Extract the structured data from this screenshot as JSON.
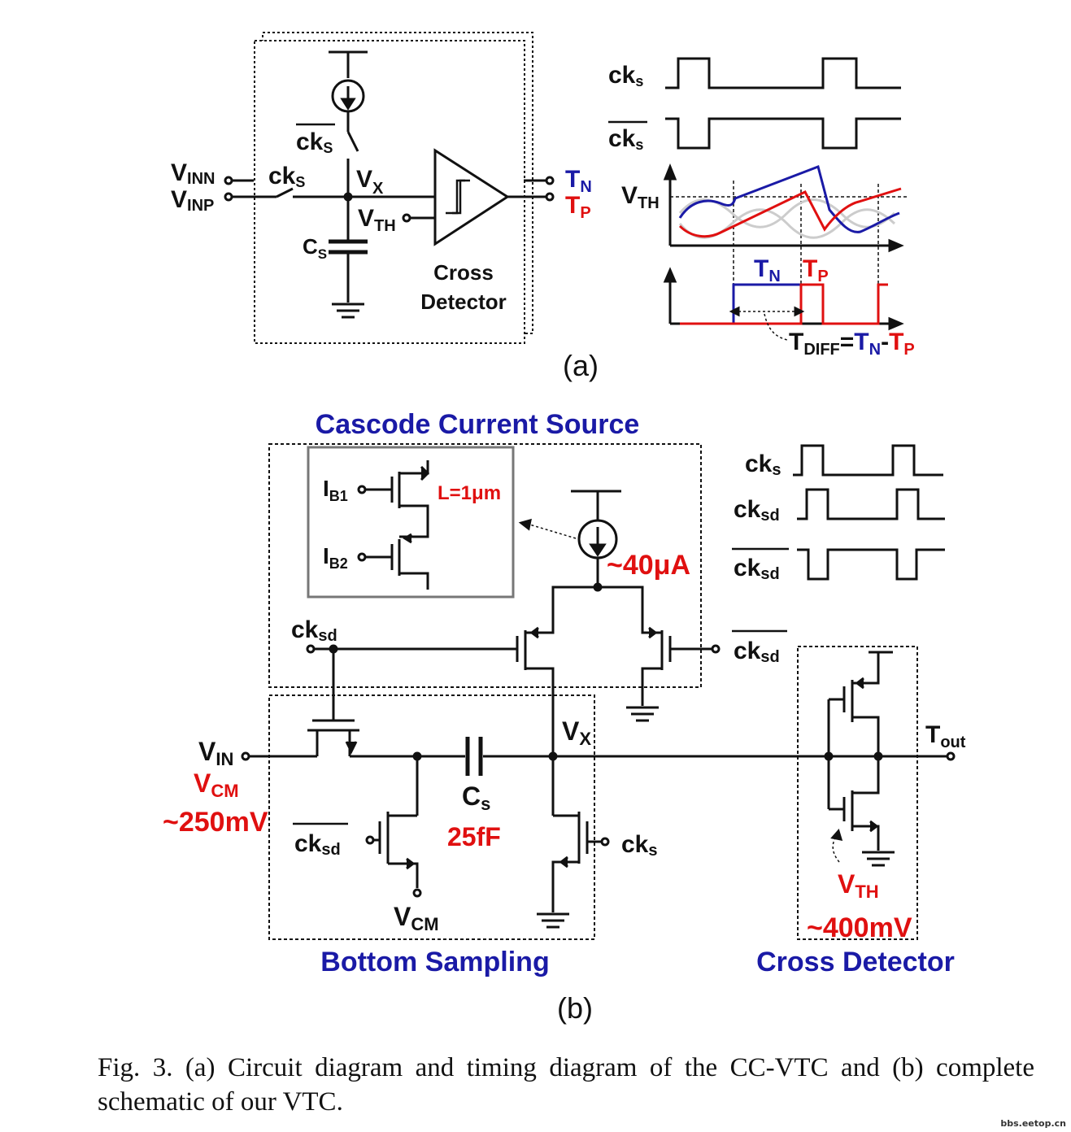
{
  "panel_a": {
    "inputs": {
      "vinn": "V",
      "vinn_sub": "INN",
      "vinp": "V",
      "vinp_sub": "INP"
    },
    "switch_ck": "ck",
    "switch_ck_sub": "S",
    "switch_ckbar": "ck",
    "switch_ckbar_sub": "S",
    "node_vx": "V",
    "node_vx_sub": "X",
    "vth": "V",
    "vth_sub": "TH",
    "cap": "C",
    "cap_sub": "S",
    "detector_line1": "Cross",
    "detector_line2": "Detector",
    "out_tn": "T",
    "out_tn_sub": "N",
    "out_tp": "T",
    "out_tp_sub": "P",
    "label": "(a)"
  },
  "timing_a": {
    "cks": "ck",
    "cks_sub": "s",
    "cksbar": "ck",
    "cksbar_sub": "s",
    "vth": "V",
    "vth_sub": "TH",
    "tn": "T",
    "tn_sub": "N",
    "tp": "T",
    "tp_sub": "P",
    "tdiff": "T",
    "tdiff_sub": "DIFF",
    "tdiff_eq": "=",
    "tdiff_tn": "T",
    "tdiff_tn_sub": "N",
    "tdiff_minus": "-",
    "tdiff_tp": "T",
    "tdiff_tp_sub": "P"
  },
  "panel_b": {
    "cascode_title": "Cascode Current Source",
    "ib1": "I",
    "ib1_sub": "B1",
    "ib2": "I",
    "ib2_sub": "B2",
    "length": "L=1μm",
    "current": "~40μA",
    "cksd_left": "ck",
    "cksd_left_sub": "sd",
    "cksd_right": "ck",
    "cksd_right_sub": "sd",
    "vin": "V",
    "vin_sub": "IN",
    "vcm": "V",
    "vcm_sub": "CM",
    "vcm_value": "~250mV",
    "cksd_bar": "ck",
    "cksd_bar_sub": "sd",
    "vcm_bottom": "V",
    "vcm_bottom_sub": "CM",
    "cs": "C",
    "cs_sub": "s",
    "cs_value": "25fF",
    "vx": "V",
    "vx_sub": "X",
    "cks": "ck",
    "cks_sub": "s",
    "tout": "T",
    "tout_sub": "out",
    "vth": "V",
    "vth_sub": "TH",
    "vth_value": "~400mV",
    "bottom_title": "Bottom Sampling",
    "cross_title": "Cross Detector",
    "label": "(b)"
  },
  "timing_b": {
    "cks": "ck",
    "cks_sub": "s",
    "cksd": "ck",
    "cksd_sub": "sd",
    "cksdbar": "ck",
    "cksdbar_sub": "sd"
  },
  "caption": "Fig. 3.   (a) Circuit diagram and timing diagram of the CC-VTC and (b) complete schematic of our VTC.",
  "watermark": "bbs.eetop.cn",
  "colors": {
    "blue": "#1a1aa6",
    "red": "#e01010",
    "gray": "#cccccc",
    "black": "#111111"
  }
}
